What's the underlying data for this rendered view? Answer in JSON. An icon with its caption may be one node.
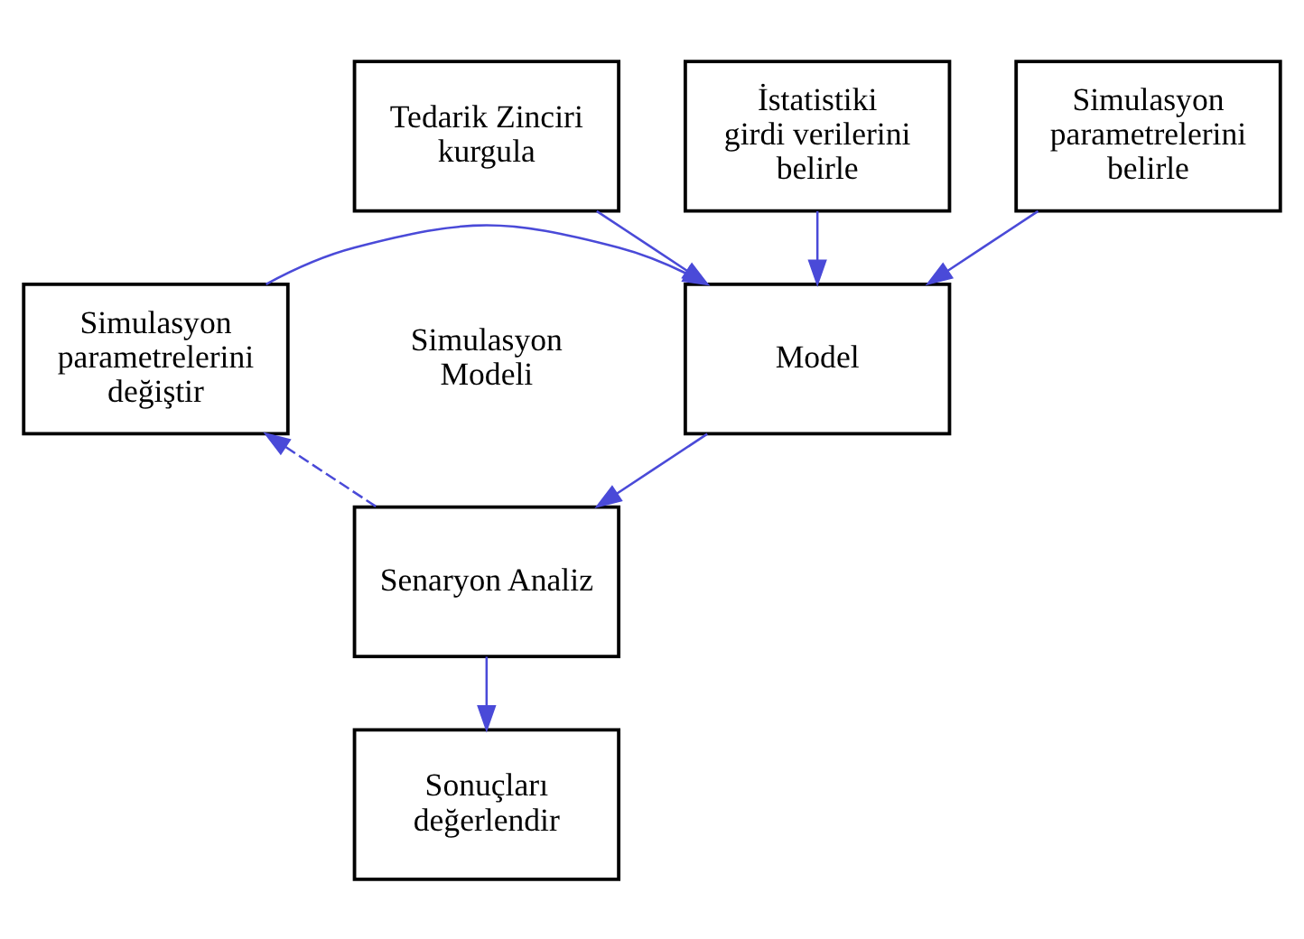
{
  "diagram": {
    "nodes": [
      {
        "text": [
          "Tedarik Zinciri kurgula"
        ]
      },
      {
        "text": [
          "İstatistiki girdi verilerini belirle"
        ]
      },
      {
        "text": [
          "Simulasyon parametrelerini belirle"
        ]
      },
      {
        "text": [
          "Model"
        ]
      },
      {
        "text": [
          "Simulasyon parametrelerini değiştir"
        ]
      },
      {
        "text": [
          "Senaryon Analiz"
        ]
      },
      {
        "text": [
          "Sonuçları değerlendir"
        ]
      }
    ],
    "edges": [
      {
        "from": 0,
        "to": 3,
        "arrow": "to"
      },
      {
        "from": 1,
        "to": 3,
        "arrow": "to"
      },
      {
        "from": 2,
        "to": 3,
        "arrow": "to"
      },
      {
        "from": 4,
        "to": 3,
        "arrow": "to"
      },
      {
        "from": 3,
        "to": 5,
        "arrow": "to"
      },
      {
        "from": 5,
        "to": 4,
        "arrow": "to",
        "style": "dashed"
      },
      {
        "from": 5,
        "to": 6,
        "arrow": "to"
      }
    ],
    "labels": [
      "Simulasyon Modeli"
    ]
  }
}
